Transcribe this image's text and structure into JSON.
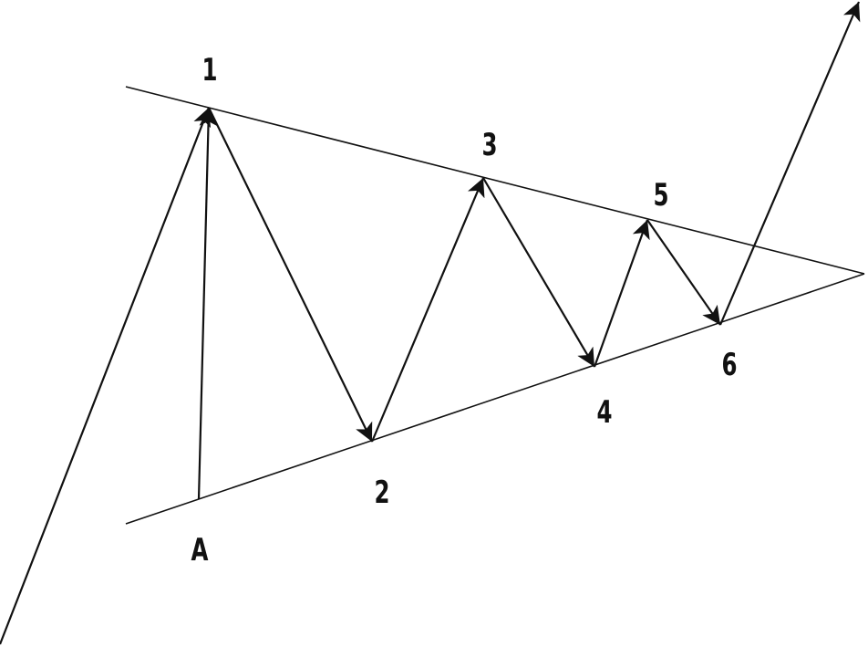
{
  "diagram": {
    "labels": {
      "a": "A",
      "p1": "1",
      "p2": "2",
      "p3": "3",
      "p4": "4",
      "p5": "5",
      "p6": "6"
    },
    "colors": {
      "ink": "#111111",
      "background": "#ffffff"
    }
  }
}
